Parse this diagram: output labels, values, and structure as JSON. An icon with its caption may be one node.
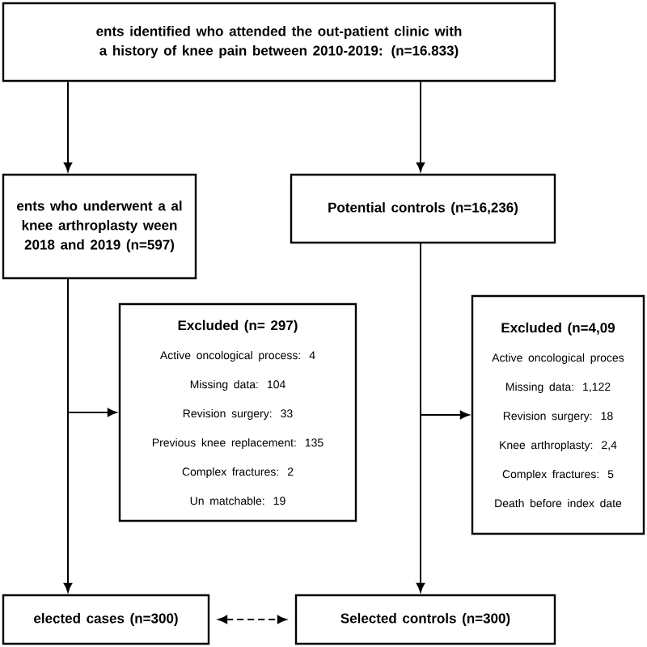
{
  "diagram": {
    "nodes": [
      {
        "text": [
          "ents identified who attended the out-patient clinic with a history of knee pain between 2010-2019: (n=16.833)"
        ]
      },
      {
        "text": [
          "ents who underwent a al knee arthroplasty ween 2018 and 2019 (n=597)"
        ]
      },
      {
        "text": [
          "Potential controls (n=16,236)"
        ]
      },
      {
        "text": [
          "Excluded  (n= 297)",
          "Active oncological process: 4",
          "Missing data: 104",
          "Revision surgery: 33",
          "Previous knee replacement: 135",
          "Complex fractures: 2",
          "Un matchable: 19"
        ]
      },
      {
        "text": [
          "Excluded (n=4,09",
          "Active oncological proces",
          "Missing data: 1,122",
          "Revision surgery: 18",
          "Knee arthroplasty: 2,4",
          "Complex fractures: 5",
          "Death before index date"
        ]
      },
      {
        "text": [
          "elected cases  (n=300)"
        ]
      },
      {
        "text": [
          "Selected controls (n=300)"
        ]
      }
    ],
    "edges": [
      {
        "from": 0,
        "to": 1,
        "arrow": "to"
      },
      {
        "from": 0,
        "to": 2,
        "arrow": "to"
      },
      {
        "from": 1,
        "to": 3,
        "arrow": "to"
      },
      {
        "from": 1,
        "to": 5,
        "arrow": "to"
      },
      {
        "from": 2,
        "to": 4,
        "arrow": "to"
      },
      {
        "from": 2,
        "to": 6,
        "arrow": "to"
      },
      {
        "from": 5,
        "to": 6,
        "arrow": "both",
        "style": "dashed"
      }
    ]
  }
}
